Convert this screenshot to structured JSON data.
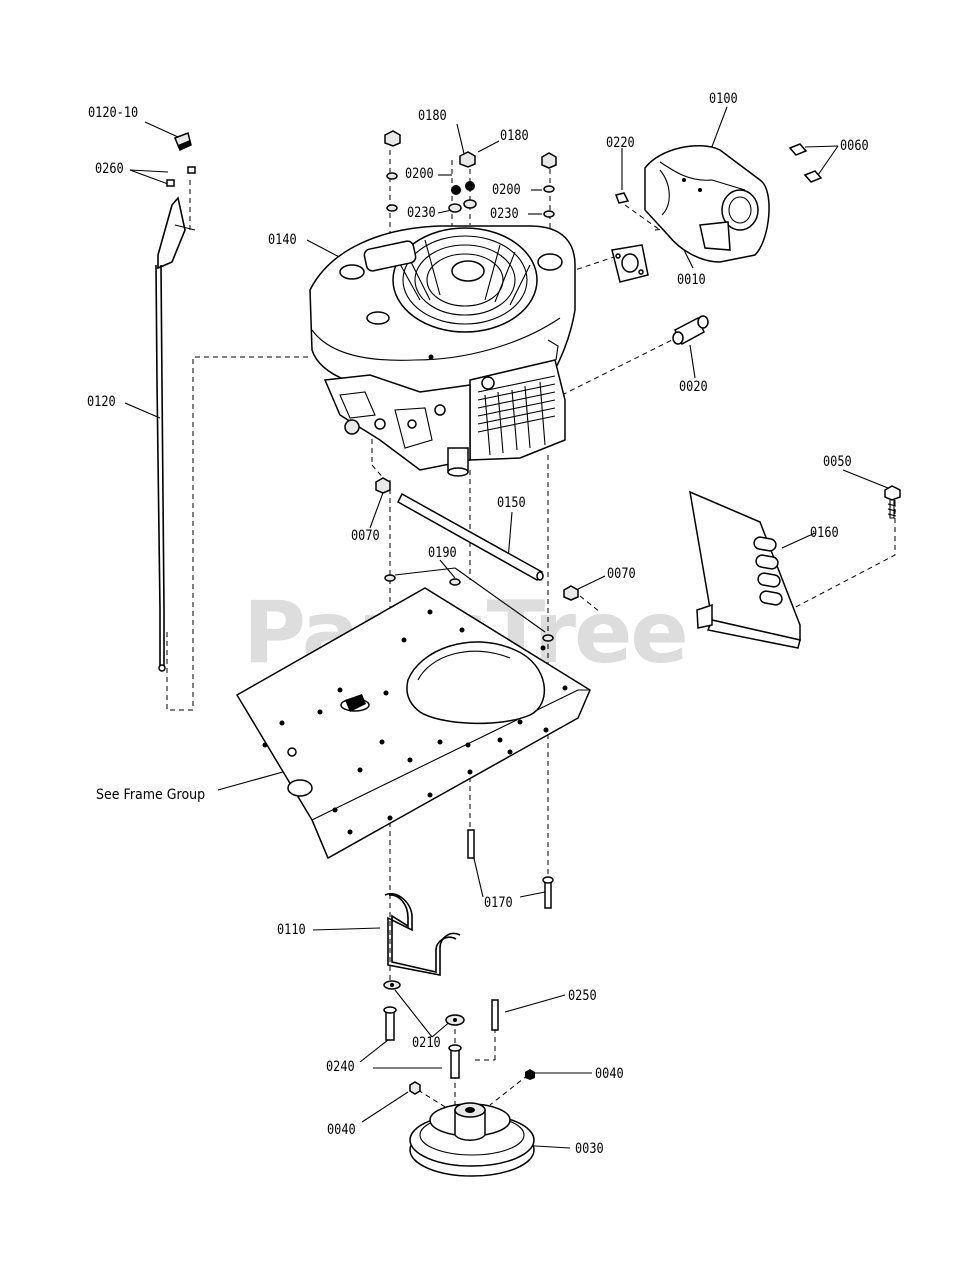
{
  "watermark": "PartsTree",
  "frame_note": "See Frame Group",
  "labels": {
    "l0120_10": "0120-10",
    "l0260": "0260",
    "l0120": "0120",
    "l0180a": "0180",
    "l0180b": "0180",
    "l0200a": "0200",
    "l0200b": "0200",
    "l0230a": "0230",
    "l0230b": "0230",
    "l0140": "0140",
    "l0100": "0100",
    "l0220": "0220",
    "l0060": "0060",
    "l0010": "0010",
    "l0020": "0020",
    "l0050": "0050",
    "l0160": "0160",
    "l0070a": "0070",
    "l0070b": "0070",
    "l0150": "0150",
    "l0190": "0190",
    "l0170": "0170",
    "l0110": "0110",
    "l0250": "0250",
    "l0240": "0240",
    "l0210": "0210",
    "l0040a": "0040",
    "l0040b": "0040",
    "l0030": "0030"
  }
}
